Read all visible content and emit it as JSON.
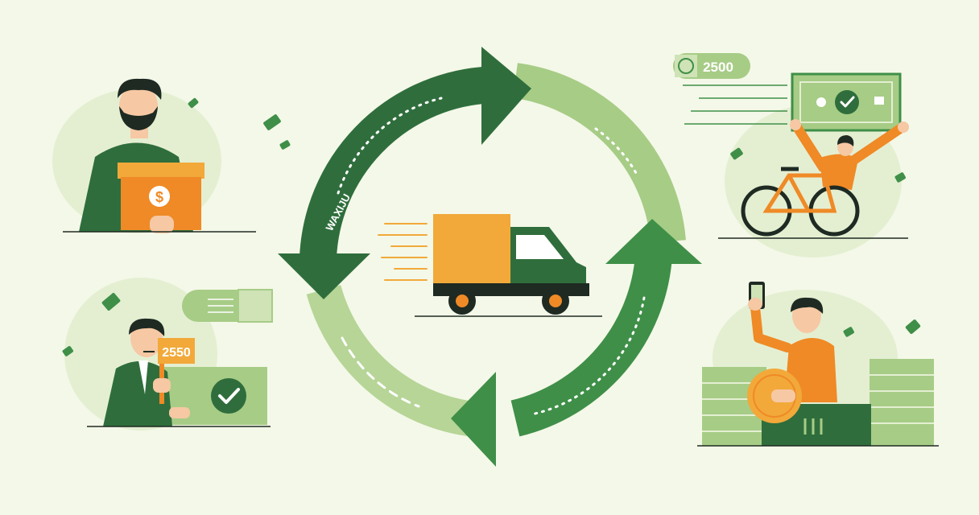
{
  "diagram": {
    "type": "cycle",
    "badges": {
      "top_right_amount": "2500",
      "bottom_left_sign": "2550",
      "arrow_text": "WAXIJU",
      "box_symbol": "$"
    },
    "colors": {
      "background": "#f4f8e8",
      "dark_green": "#2f6e3c",
      "mid_green": "#3f8f48",
      "light_green": "#a7cc86",
      "pale_green": "#e4efd2",
      "orange": "#ef8a26",
      "orange_light": "#f2a93a",
      "skin": "#f6c8a4",
      "hair": "#1e2a22"
    },
    "icons": [
      "cycle-arrows",
      "delivery-truck-icon",
      "dollar-coin-icon",
      "checkmark-icon",
      "banknote-icon",
      "bicycle-icon",
      "smartphone-icon",
      "cash-stack-icon"
    ]
  }
}
